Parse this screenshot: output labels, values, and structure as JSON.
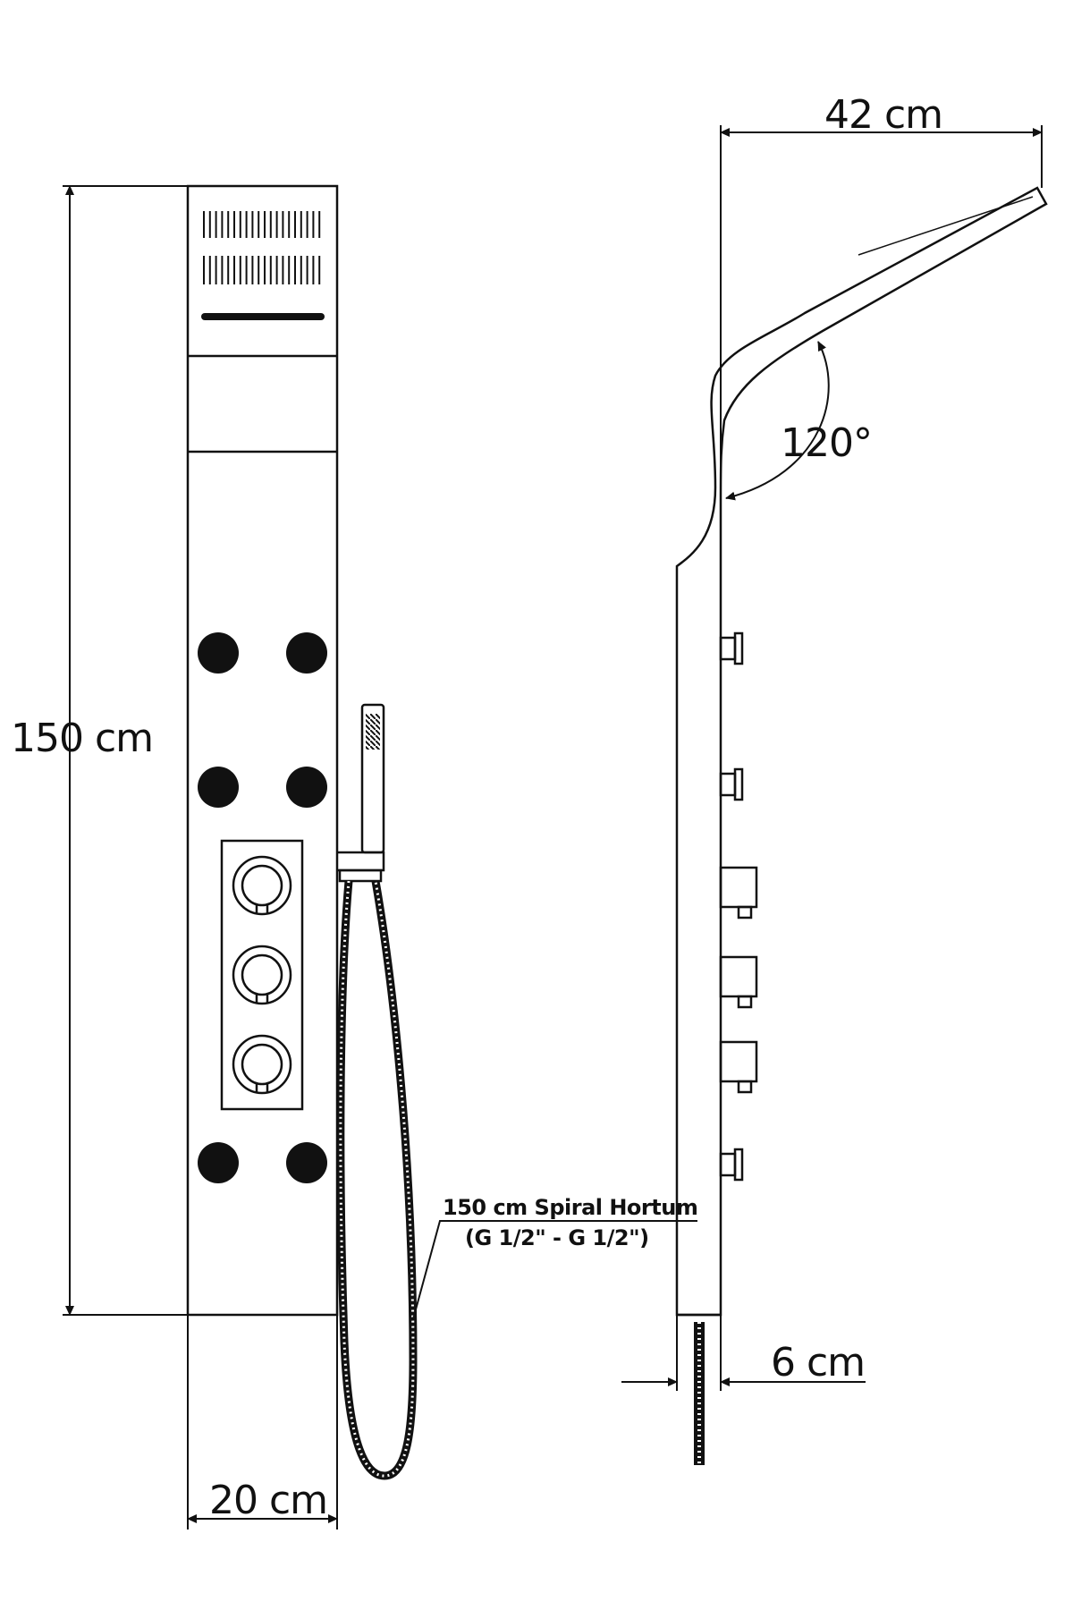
{
  "front_view": {
    "height_label": "150 cm",
    "width_label": "20 cm",
    "hose_label_line1": "150 cm Spiral Hortum",
    "hose_label_line2": "(G 1/2\" - G 1/2\")"
  },
  "side_view": {
    "reach_label": "42 cm",
    "angle_label": "120°",
    "depth_label": "6 cm"
  },
  "colors": {
    "line": "#111111",
    "background": "#ffffff"
  }
}
